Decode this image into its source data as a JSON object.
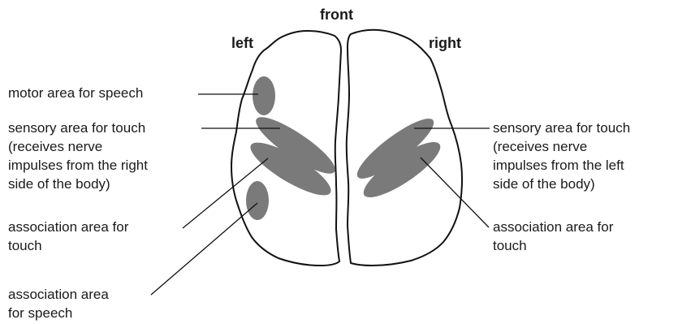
{
  "orientation": {
    "front": "front",
    "left": "left",
    "right": "right"
  },
  "left_labels": {
    "motor_speech": "motor area for speech",
    "sensory_touch": [
      "sensory area for touch",
      "(receives nerve",
      "impulses from the right",
      "side of the body)"
    ],
    "association_touch": [
      "association area for",
      "touch"
    ],
    "association_speech": [
      "association area",
      "for speech"
    ]
  },
  "right_labels": {
    "sensory_touch": [
      "sensory area for touch",
      "(receives nerve",
      "impulses from the left",
      "side of the body)"
    ],
    "association_touch": [
      "association area for",
      "touch"
    ]
  },
  "colors": {
    "region_fill": "#7a7a7a",
    "outline": "#111111",
    "text": "#1a1a1a"
  }
}
